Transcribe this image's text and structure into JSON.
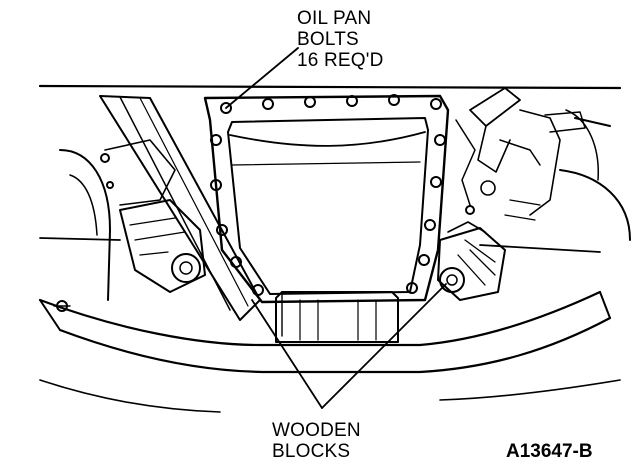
{
  "callouts": {
    "oil_pan_bolts": {
      "lines": [
        "OIL PAN",
        "BOLTS",
        "16 REQ'D"
      ]
    },
    "wooden_blocks": {
      "lines": [
        "WOODEN",
        "BLOCKS"
      ]
    }
  },
  "figure_id": "A13647-B",
  "colors": {
    "ink": "#000000",
    "paper": "#ffffff"
  }
}
